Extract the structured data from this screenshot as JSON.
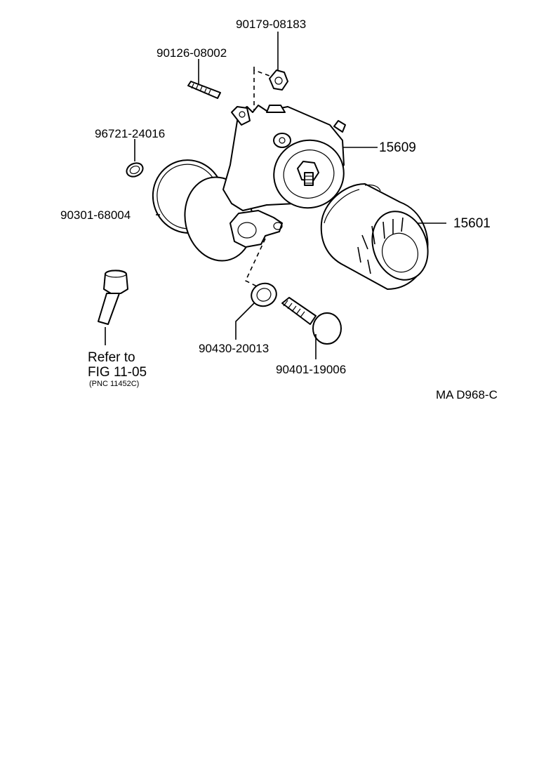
{
  "parts": {
    "p90179": "90179-08183",
    "p90126": "90126-08002",
    "p96721": "96721-24016",
    "p15609": "15609",
    "p90301": "90301-68004",
    "p15601": "15601",
    "p90430": "90430-20013",
    "p90401": "90401-19006"
  },
  "reference": {
    "line1": "Refer to",
    "line2": "FIG 11-05",
    "line3": "(PNC 11452C)"
  },
  "diagram_code": "MA D968-C"
}
